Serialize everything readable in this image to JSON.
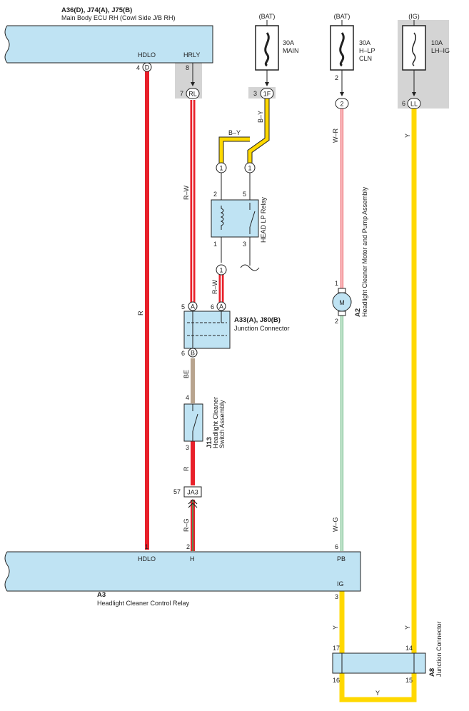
{
  "ecu_top": {
    "code": "A36(D), J74(A), J75(B)",
    "name": "Main Body ECU RH (Cowl Side J/B RH)",
    "terminals": [
      {
        "pin": "4",
        "conn": "D",
        "label": "HDLO"
      },
      {
        "pin": "8",
        "label": "HRLY"
      }
    ]
  },
  "fuses": [
    {
      "source": "(BAT)",
      "rating": "30A",
      "name": "MAIN",
      "pin": "3",
      "conn": "1F"
    },
    {
      "source": "(BAT)",
      "rating": "30A",
      "name_lines": [
        "H–LP",
        "CLN"
      ],
      "pin": "2",
      "conn": "2"
    },
    {
      "source": "(IG)",
      "rating": "10A",
      "name": "LH–IG",
      "pin": "6",
      "conn": "LL"
    }
  ],
  "hrly_connector": {
    "pin": "7",
    "conn": "RL"
  },
  "wire_colors": {
    "r": "R",
    "rw_left": "R–W",
    "rw_right": "R–W",
    "by_vertical": "B–Y",
    "by_top": "B–Y",
    "wr": "W–R",
    "y_right": "Y",
    "be": "BE",
    "r_lower": "R",
    "rg": "R–G",
    "wg": "W–G",
    "y_bottom_left": "Y",
    "y_bottom_right": "Y",
    "y_loop": "Y"
  },
  "relay": {
    "name": "HEAD LP Relay",
    "connectors": [
      "1",
      "1",
      "1"
    ],
    "pins": [
      "2",
      "5",
      "1",
      "3"
    ]
  },
  "junction": {
    "code": "A33(A), J80(B)",
    "name": "Junction Connector",
    "pins": [
      {
        "pin": "5",
        "conn": "A"
      },
      {
        "pin": "6",
        "conn": "A"
      },
      {
        "pin": "6",
        "conn": "B"
      }
    ]
  },
  "switch": {
    "code": "J13",
    "name_lines": [
      "Headlight Cleaner",
      "Switch Assembly"
    ],
    "pins": [
      "4",
      "3"
    ]
  },
  "ja3": {
    "pin": "57",
    "label": "JA3"
  },
  "motor": {
    "code": "A2",
    "name": "Headlight Cleaner Motor and Pump Assembly",
    "symbol": "M",
    "pins": [
      "1",
      "2"
    ]
  },
  "control_relay": {
    "code": "A3",
    "name": "Headlight Cleaner Control Relay",
    "terminals": [
      {
        "pin": "1",
        "label": "HDLO"
      },
      {
        "pin": "2",
        "label": "H"
      },
      {
        "pin": "6",
        "label": "PB"
      },
      {
        "pin": "3",
        "label": "IG"
      }
    ]
  },
  "a8": {
    "code": "A8",
    "name": "Junction Connector",
    "pins": [
      "17",
      "14",
      "16",
      "15"
    ]
  },
  "colors": {
    "component_fill": "#bfe3f3",
    "red": "#e8202a",
    "yellow": "#ffd800",
    "shield_gray": "#d4d4d4",
    "beige": "#b8a48e",
    "green": "#3aa35a"
  }
}
